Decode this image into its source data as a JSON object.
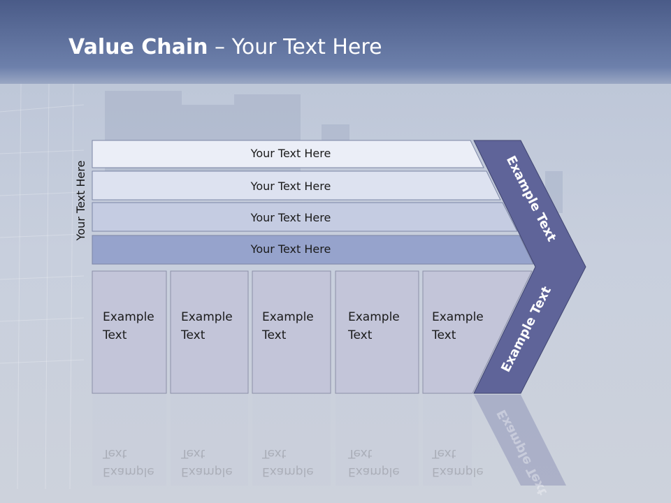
{
  "title": {
    "bold": "Value Chain",
    "rest": " – Your Text Here"
  },
  "side_label": "Your Text Here",
  "rows": [
    {
      "label": "Your Text Here",
      "fill": "#ebeef7"
    },
    {
      "label": "Your Text Here",
      "fill": "#dde2f0"
    },
    {
      "label": "Your Text Here",
      "fill": "#c5cce2"
    },
    {
      "label": "Your Text Here",
      "fill": "#96a3cc"
    }
  ],
  "columns": [
    {
      "line1": "Example",
      "line2": "Text"
    },
    {
      "line1": "Example",
      "line2": "Text"
    },
    {
      "line1": "Example",
      "line2": "Text"
    },
    {
      "line1": "Example",
      "line2": "Text"
    },
    {
      "line1": "Example",
      "line2": "Text"
    }
  ],
  "chevron": {
    "top_label": "Example Text",
    "bottom_label": "Example Text",
    "color": "#5f6499"
  },
  "colors": {
    "header_band": "#5b6e9c",
    "background": "#c9cfdc",
    "column_fill": "#c3c5d9"
  }
}
